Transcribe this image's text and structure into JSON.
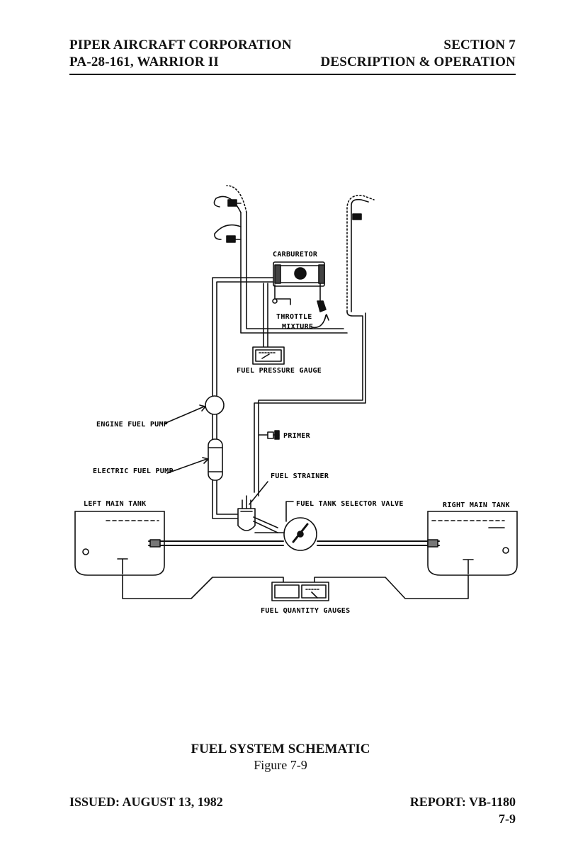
{
  "header": {
    "company": "PIPER AIRCRAFT CORPORATION",
    "section": "SECTION 7",
    "model": "PA-28-161, WARRIOR II",
    "section_title": "DESCRIPTION & OPERATION"
  },
  "diagram": {
    "labels": {
      "carburetor": "CARBURETOR",
      "throttle": "THROTTLE",
      "mixture": "MIXTURE",
      "fuel_pressure_gauge": "FUEL PRESSURE GAUGE",
      "engine_fuel_pump": "ENGINE FUEL PUMP",
      "primer": "PRIMER",
      "electric_fuel_pump": "ELECTRIC FUEL PUMP",
      "fuel_strainer": "FUEL STRAINER",
      "left_main_tank": "LEFT MAIN TANK",
      "fuel_tank_selector_valve": "FUEL TANK SELECTOR VALVE",
      "right_main_tank": "RIGHT MAIN TANK",
      "fuel_quantity_gauges": "FUEL QUANTITY GAUGES"
    }
  },
  "caption": {
    "title": "FUEL SYSTEM SCHEMATIC",
    "figure": "Figure 7-9"
  },
  "footer": {
    "issued": "ISSUED: AUGUST 13, 1982",
    "report": "REPORT: VB-1180",
    "page": "7-9"
  }
}
